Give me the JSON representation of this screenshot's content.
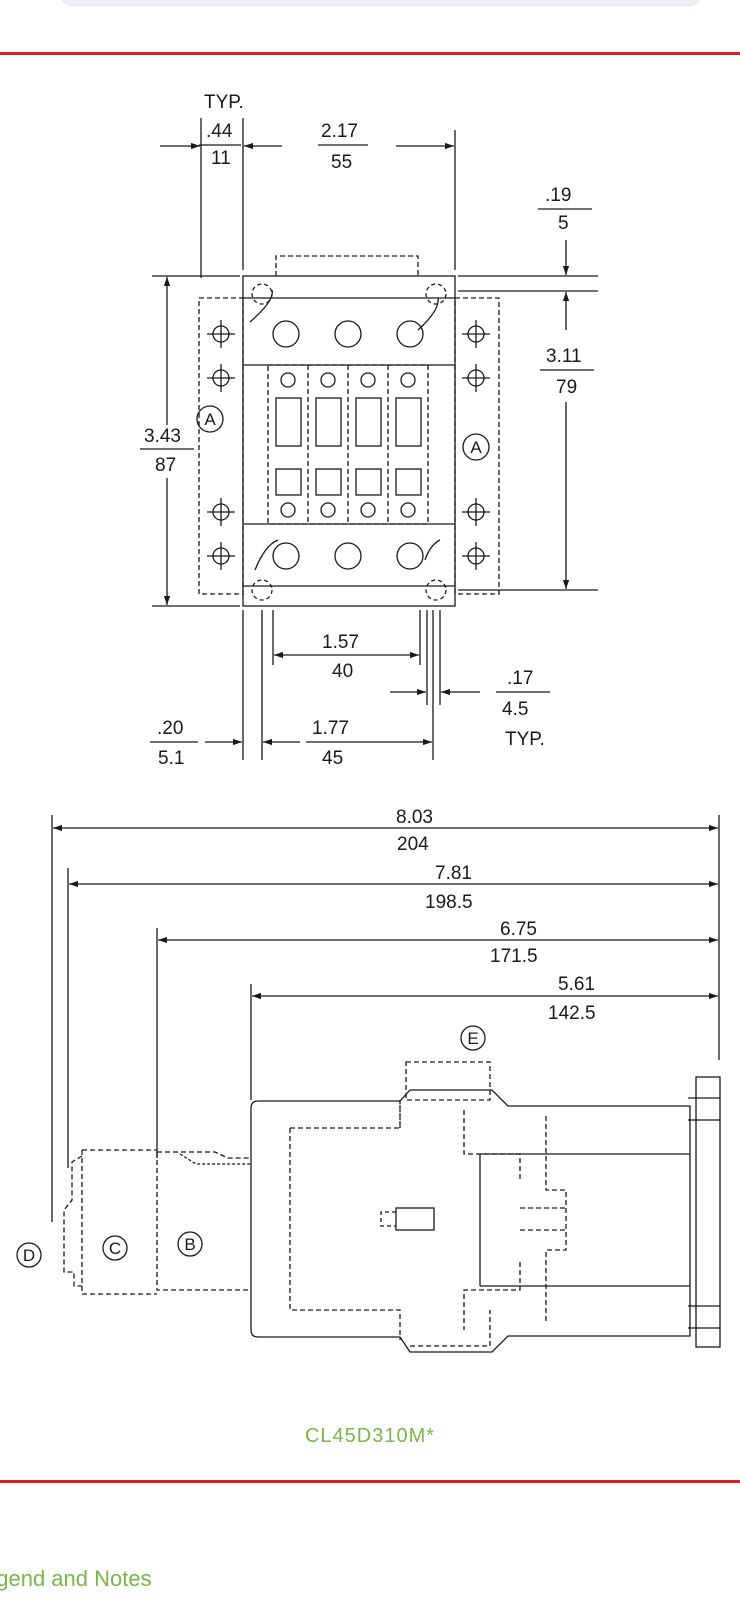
{
  "part_number": "CL45D310M*",
  "legend_heading": "egend and Notes",
  "colors": {
    "accent_red": "#e02020",
    "accent_green": "#7ab648",
    "line": "#1a1a1a"
  },
  "top_view": {
    "typ_top": "TYP.",
    "dim_044": {
      "inch": ".44",
      "mm": "11"
    },
    "dim_217": {
      "inch": "2.17",
      "mm": "55"
    },
    "dim_019": {
      "inch": ".19",
      "mm": "5"
    },
    "dim_311": {
      "inch": "3.11",
      "mm": "79"
    },
    "dim_343": {
      "inch": "3.43",
      "mm": "87"
    },
    "dim_157": {
      "inch": "1.57",
      "mm": "40"
    },
    "dim_017": {
      "inch": ".17",
      "mm": "4.5"
    },
    "typ_bottom": "TYP.",
    "dim_020": {
      "inch": ".20",
      "mm": "5.1"
    },
    "dim_177": {
      "inch": "1.77",
      "mm": "45"
    },
    "callout_a_left": "A",
    "callout_a_right": "A"
  },
  "side_view": {
    "dim_803": {
      "inch": "8.03",
      "mm": "204"
    },
    "dim_781": {
      "inch": "7.81",
      "mm": "198.5"
    },
    "dim_675": {
      "inch": "6.75",
      "mm": "171.5"
    },
    "dim_561": {
      "inch": "5.61",
      "mm": "142.5"
    },
    "callout_e": "E",
    "callout_d": "D",
    "callout_c": "C",
    "callout_b": "B"
  }
}
